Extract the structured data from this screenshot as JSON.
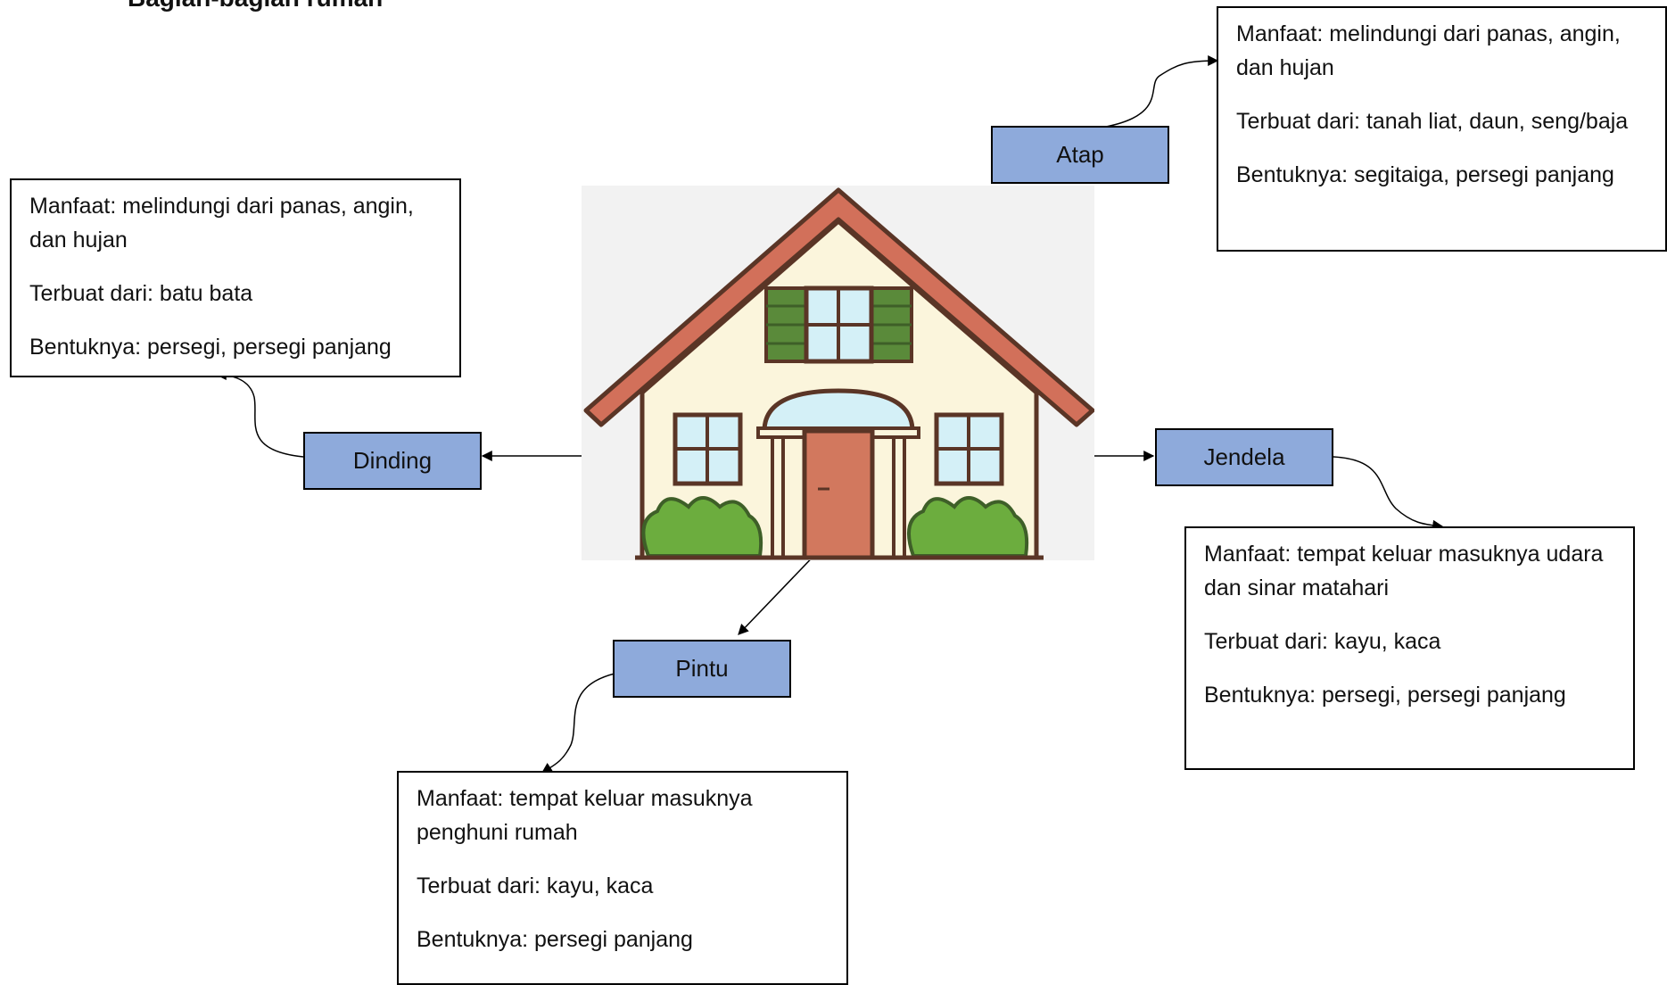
{
  "title": "Bagian-bagian rumah",
  "parts": {
    "atap": {
      "label": "Atap",
      "manfaat": "Manfaat: melindungi dari panas, angin, dan hujan",
      "bahan": "Terbuat dari: tanah liat, daun, seng/baja",
      "bentuk": "Bentuknya: segitaiga, persegi panjang"
    },
    "dinding": {
      "label": "Dinding",
      "manfaat": "Manfaat: melindungi dari panas, angin, dan hujan",
      "bahan": "Terbuat dari: batu bata",
      "bentuk": "Bentuknya: persegi, persegi panjang"
    },
    "jendela": {
      "label": "Jendela",
      "manfaat": "Manfaat: tempat keluar masuknya udara dan sinar matahari",
      "bahan": "Terbuat dari: kayu, kaca",
      "bentuk": "Bentuknya: persegi, persegi panjang"
    },
    "pintu": {
      "label": "Pintu",
      "manfaat": "Manfaat: tempat keluar masuknya penghuni rumah",
      "bahan": "Terbuat dari: kayu, kaca",
      "bentuk": "Bentuknya: persegi panjang"
    }
  },
  "colors": {
    "label_fill": "#8eaadb",
    "roof": "#d2705a",
    "wall": "#fbf5dc",
    "shutter": "#5a8a3a",
    "glass": "#d4f0f7",
    "door": "#d2785e",
    "bush": "#6cad3e"
  }
}
